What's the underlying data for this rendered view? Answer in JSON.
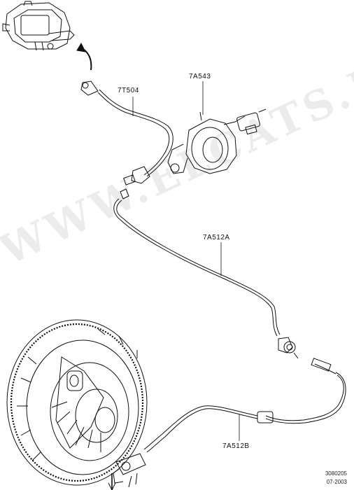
{
  "watermark": "WWW.ELCATS.RU",
  "callouts": {
    "clutch_pipe_front": "7T504",
    "slave_cylinder": "7A543",
    "pipe_mid": "7A512A",
    "pipe_rear": "7A512B"
  },
  "footer": {
    "ref": "3080205",
    "date": "07-2003"
  }
}
